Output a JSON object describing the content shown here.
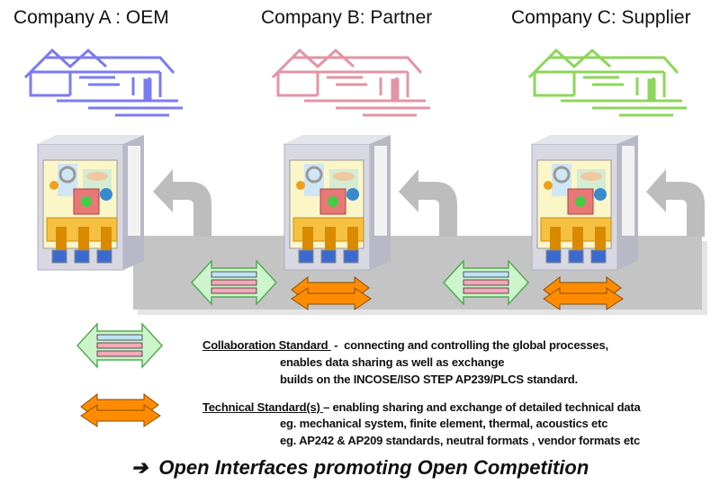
{
  "companies": [
    {
      "title": "Company A : OEM",
      "color": "#7b7bf0"
    },
    {
      "title": "Company B: Partner",
      "color": "#e394a6"
    },
    {
      "title": "Company C: Supplier",
      "color": "#8cd65a"
    }
  ],
  "legend": {
    "collab": {
      "heading": "Collaboration Standard ",
      "dash": " -  connecting and controlling the global processes,",
      "line2": "enables data sharing as well as exchange",
      "line3": "builds on the INCOSE/ISO STEP AP239/PLCS standard."
    },
    "tech": {
      "heading": "Technical Standard(s) ",
      "dash": "– enabling sharing and exchange of detailed technical data",
      "line2": "eg. mechanical system, finite element, thermal, acoustics etc",
      "line3": "eg. AP242 &  AP209 standards, neutral formats , vendor formats etc"
    }
  },
  "footer": "➔  Open Interfaces promoting Open Competition",
  "colors": {
    "collab_arrow": "#ccf5cc",
    "tech_arrow": "#ff8c00",
    "platform": "#c4c4c4"
  }
}
